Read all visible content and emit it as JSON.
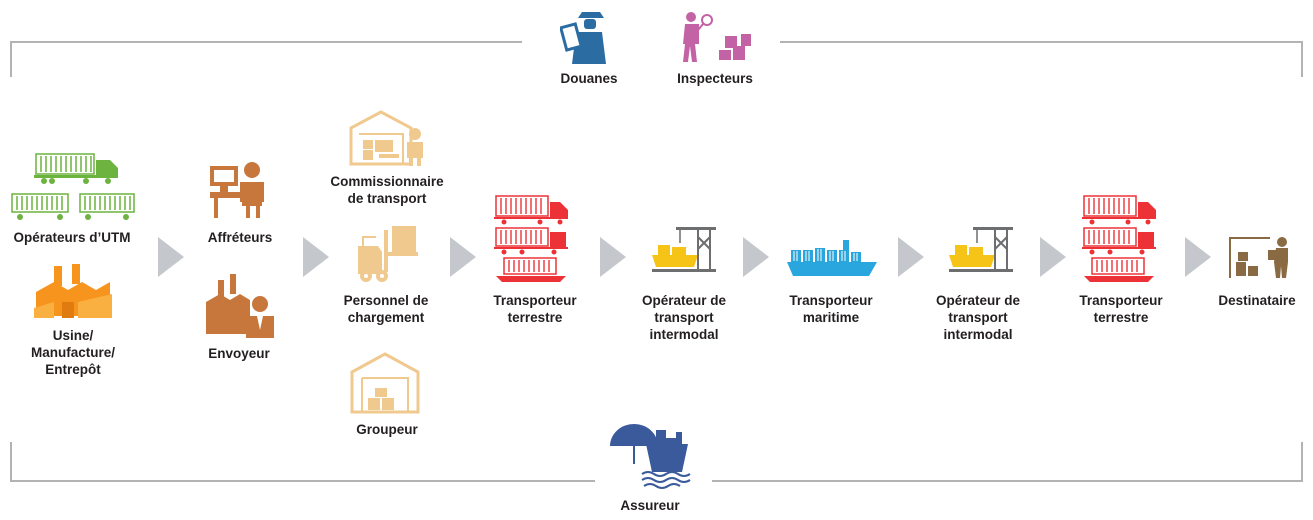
{
  "colors": {
    "frame": "#b3b3b3",
    "chevron": "#c4c8cc",
    "customs": "#2b6ca3",
    "inspector": "#c462a6",
    "utm": "#6cb33f",
    "factory": "#f7941d",
    "shipper": "#c8773c",
    "freight": "#f0c98f",
    "truck": "#ed3237",
    "port": "#f6c417",
    "vessel": "#29a6de",
    "consignee": "#8a6a43",
    "insurer": "#3a5a9c"
  },
  "top": {
    "customs": {
      "label": "Douanes",
      "icon": "customs-officer-icon"
    },
    "inspector": {
      "label": "Inspecteurs",
      "icon": "inspector-icon"
    }
  },
  "bottom": {
    "insurer": {
      "label": "Assureur",
      "icon": "insurer-umbrella-ship-icon"
    }
  },
  "stage1": {
    "utm": {
      "label": "Opérateurs d’UTM",
      "icon": "utm-truck-rail-icon"
    },
    "factory": {
      "label_lines": [
        "Usine/",
        "Manufacture/",
        "Entrepôt"
      ],
      "icon": "factory-icon"
    }
  },
  "stage2": {
    "charterer": {
      "label": "Affréteurs",
      "icon": "charterer-desk-icon"
    },
    "shipper": {
      "label": "Envoyeur",
      "icon": "shipper-factory-icon"
    }
  },
  "stage3": {
    "forwarder": {
      "label_lines": [
        "Commissionnaire",
        "de transport"
      ],
      "icon": "warehouse-desk-icon"
    },
    "loading": {
      "label_lines": [
        "Personnel de",
        "chargement"
      ],
      "icon": "forklift-icon"
    },
    "consolidator": {
      "label": "Groupeur",
      "icon": "warehouse-icon"
    }
  },
  "flow": [
    {
      "key": "land1",
      "label_lines": [
        "Transporteur",
        "terrestre"
      ],
      "icon": "land-carrier-icon"
    },
    {
      "key": "intermodal1",
      "label_lines": [
        "Opérateur de",
        "transport",
        "intermodal"
      ],
      "icon": "port-crane-icon"
    },
    {
      "key": "ocean",
      "label_lines": [
        "Transporteur",
        "maritime"
      ],
      "icon": "container-ship-icon"
    },
    {
      "key": "intermodal2",
      "label_lines": [
        "Opérateur de",
        "transport",
        "intermodal"
      ],
      "icon": "port-crane-icon"
    },
    {
      "key": "land2",
      "label_lines": [
        "Transporteur",
        "terrestre"
      ],
      "icon": "land-carrier-icon"
    },
    {
      "key": "consignee",
      "label": "Destinataire",
      "icon": "consignee-icon"
    }
  ]
}
